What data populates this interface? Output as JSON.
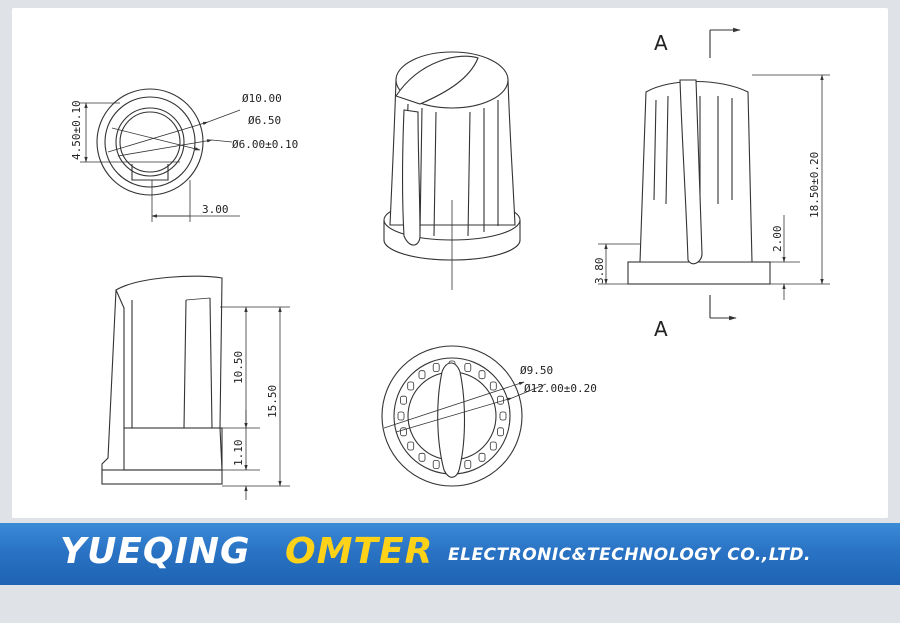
{
  "drawing": {
    "top_view": {
      "dim_outer": "Ø10.00",
      "dim_mid": "Ø6.50",
      "dim_inner": "Ø6.00±0.10",
      "dim_flat": "4.50±0.10",
      "dim_slot": "3.00"
    },
    "section_view": {
      "section_mark_top": "A",
      "section_mark_bottom": "A",
      "dim_height": "18.50±0.20",
      "dim_skirt": "3.80",
      "dim_step": "2.00"
    },
    "side_view": {
      "dim_body": "10.50",
      "dim_total": "15.50",
      "dim_base": "1.10"
    },
    "bottom_view": {
      "dim_inner": "Ø9.50",
      "dim_outer": "Ø12.00±0.20"
    }
  },
  "banner": {
    "brand_part1": "YUEQING",
    "brand_part2": "OMTER",
    "tagline": "ELECTRONIC&TECHNOLOGY CO.,LTD."
  },
  "colors": {
    "banner": "#2a73c4",
    "brand_accent": "#ffd21a",
    "background": "#dfe3e7"
  }
}
